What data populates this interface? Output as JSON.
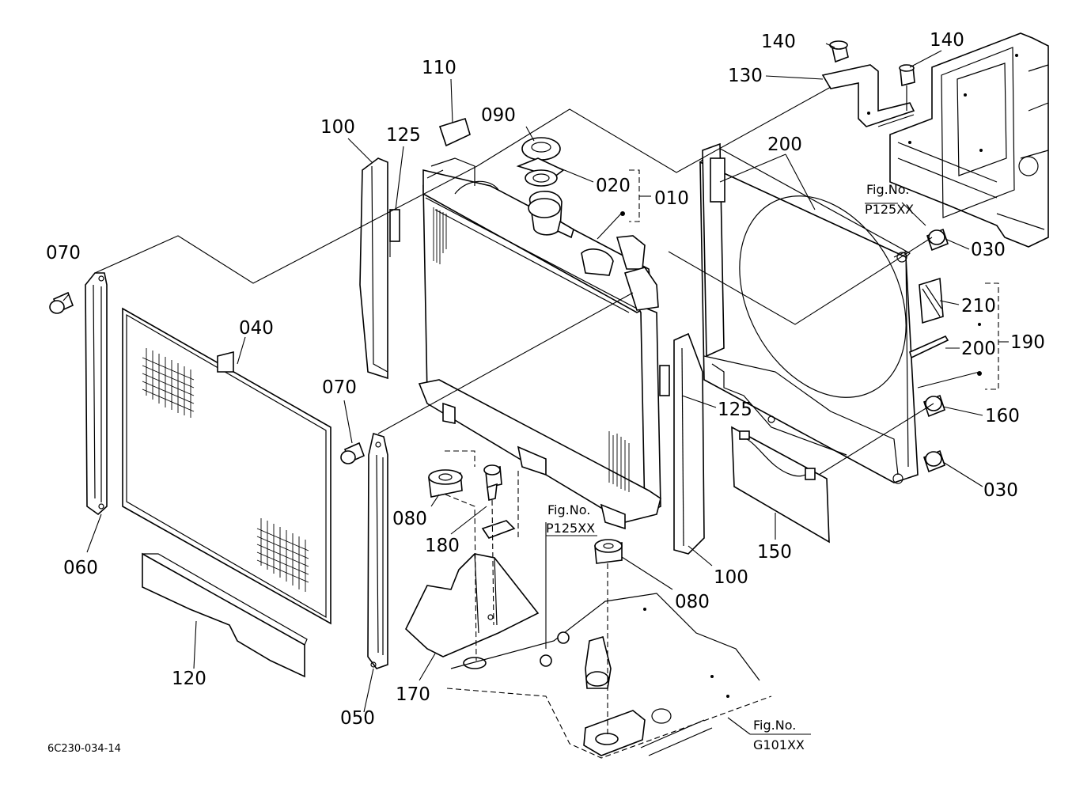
{
  "labels": {
    "p010": "010",
    "p020": "020",
    "p030a": "030",
    "p030b": "030",
    "p040": "040",
    "p050": "050",
    "p060": "060",
    "p070a": "070",
    "p070b": "070",
    "p080a": "080",
    "p080b": "080",
    "p090": "090",
    "p100a": "100",
    "p100b": "100",
    "p110": "110",
    "p120": "120",
    "p125a": "125",
    "p125b": "125",
    "p130": "130",
    "p140a": "140",
    "p140b": "140",
    "p150": "150",
    "p160": "160",
    "p170": "170",
    "p180": "180",
    "p190": "190",
    "p200a": "200",
    "p200b": "200",
    "p210": "210"
  },
  "figure_refs": {
    "top_right": {
      "title": "Fig.No.",
      "code": "P125XX"
    },
    "center": {
      "title": "Fig.No.",
      "code": "P125XX"
    },
    "bottom": {
      "title": "Fig.No.",
      "code": "G101XX"
    }
  },
  "drawing_code": "6C230-034-14"
}
